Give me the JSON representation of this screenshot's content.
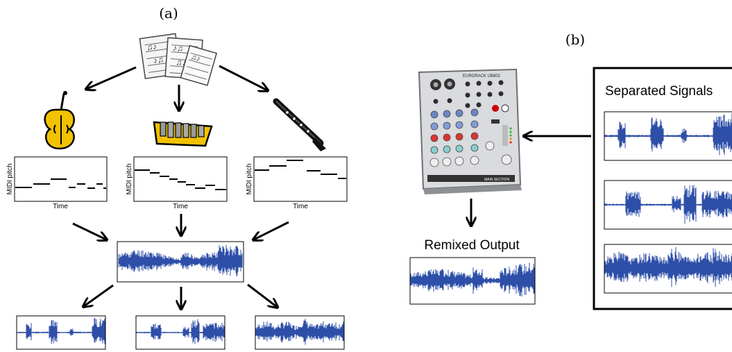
{
  "panel_a": {
    "label": "(a)",
    "pianorolls": [
      {
        "ylabel": "MIDI pitch",
        "xlabel": "Time"
      },
      {
        "ylabel": "MIDI pitch",
        "xlabel": "Time"
      },
      {
        "ylabel": "MIDI pitch",
        "xlabel": "Time"
      }
    ]
  },
  "panel_b": {
    "label": "(b)",
    "separated_title": "Separated Signals",
    "remixed_title": "Remixed Output",
    "mixer": {
      "brand": "EURORACK UB802",
      "section": "MAIN SECTION"
    }
  },
  "icons": {
    "sheet_music": "sheet-music-icon",
    "violin": "violin-icon",
    "xylophone": "xylophone-icon",
    "oboe": "oboe-icon",
    "mixer": "mixing-console-icon"
  },
  "colors": {
    "waveform": "#2e4fa8",
    "instrument_yellow": "#f2c200",
    "frame": "#000000"
  }
}
